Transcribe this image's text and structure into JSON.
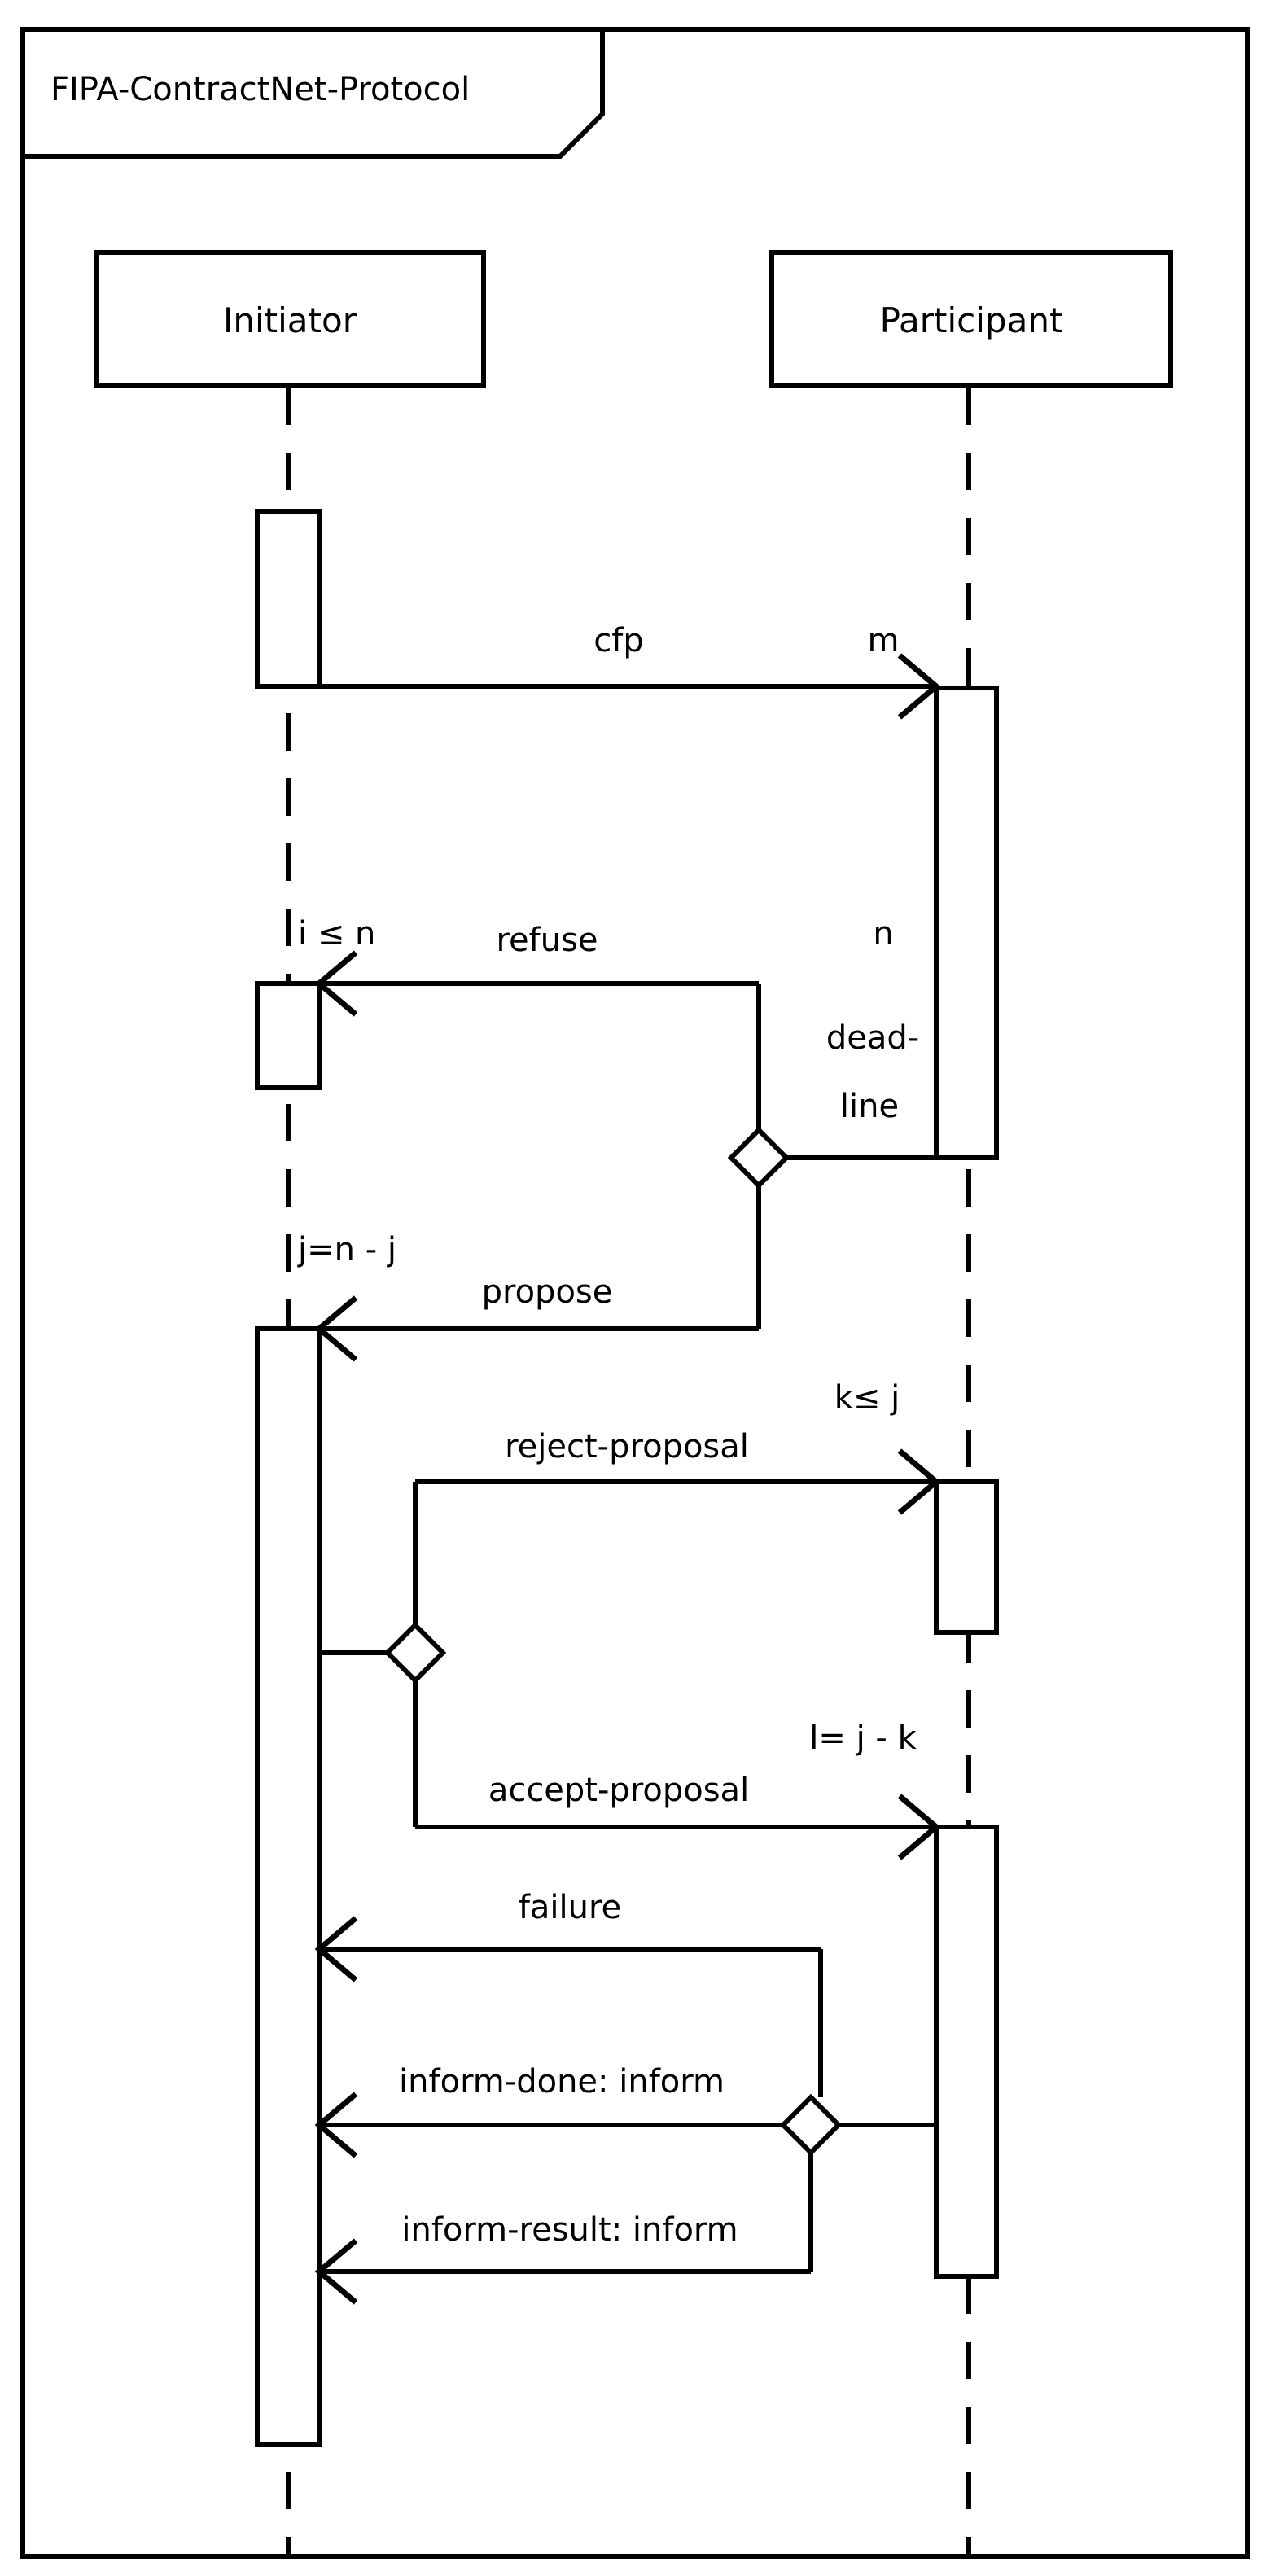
{
  "diagram": {
    "type": "uml-sequence-diagram",
    "frame_title": "FIPA-ContractNet-Protocol",
    "background_color": "#ffffff",
    "line_color": "#000000"
  },
  "lifelines": [
    {
      "id": "initiator",
      "label": "Initiator"
    },
    {
      "id": "participant",
      "label": "Participant"
    }
  ],
  "messages": [
    {
      "id": "cfp",
      "label": "cfp",
      "multiplicity": "m",
      "from": "initiator",
      "to": "participant",
      "direction": "right"
    },
    {
      "id": "refuse",
      "label": "refuse",
      "multiplicity": "i ≤ n",
      "from": "participant",
      "to": "initiator",
      "direction": "left"
    },
    {
      "id": "propose",
      "label": "propose",
      "multiplicity": "j=n - j",
      "from": "participant",
      "to": "initiator",
      "direction": "left"
    },
    {
      "id": "reject-proposal",
      "label": "reject-proposal",
      "multiplicity": "k≤ j",
      "from": "initiator",
      "to": "participant",
      "direction": "right"
    },
    {
      "id": "accept-proposal",
      "label": "accept-proposal",
      "multiplicity": "l= j - k",
      "from": "initiator",
      "to": "participant",
      "direction": "right"
    },
    {
      "id": "failure",
      "label": "failure",
      "multiplicity": "",
      "from": "participant",
      "to": "initiator",
      "direction": "left"
    },
    {
      "id": "inform-done",
      "label": "inform-done: inform",
      "multiplicity": "",
      "from": "participant",
      "to": "initiator",
      "direction": "left"
    },
    {
      "id": "inform-result",
      "label": "inform-result: inform",
      "multiplicity": "",
      "from": "participant",
      "to": "initiator",
      "direction": "left"
    }
  ],
  "annotations": [
    {
      "id": "participant-count",
      "text": "n"
    },
    {
      "id": "deadline-line1",
      "text": "dead-"
    },
    {
      "id": "deadline-line2",
      "text": "line"
    }
  ],
  "branches": [
    {
      "id": "deadline-branch"
    },
    {
      "id": "proposal-decision-branch"
    },
    {
      "id": "inform-branch"
    }
  ]
}
